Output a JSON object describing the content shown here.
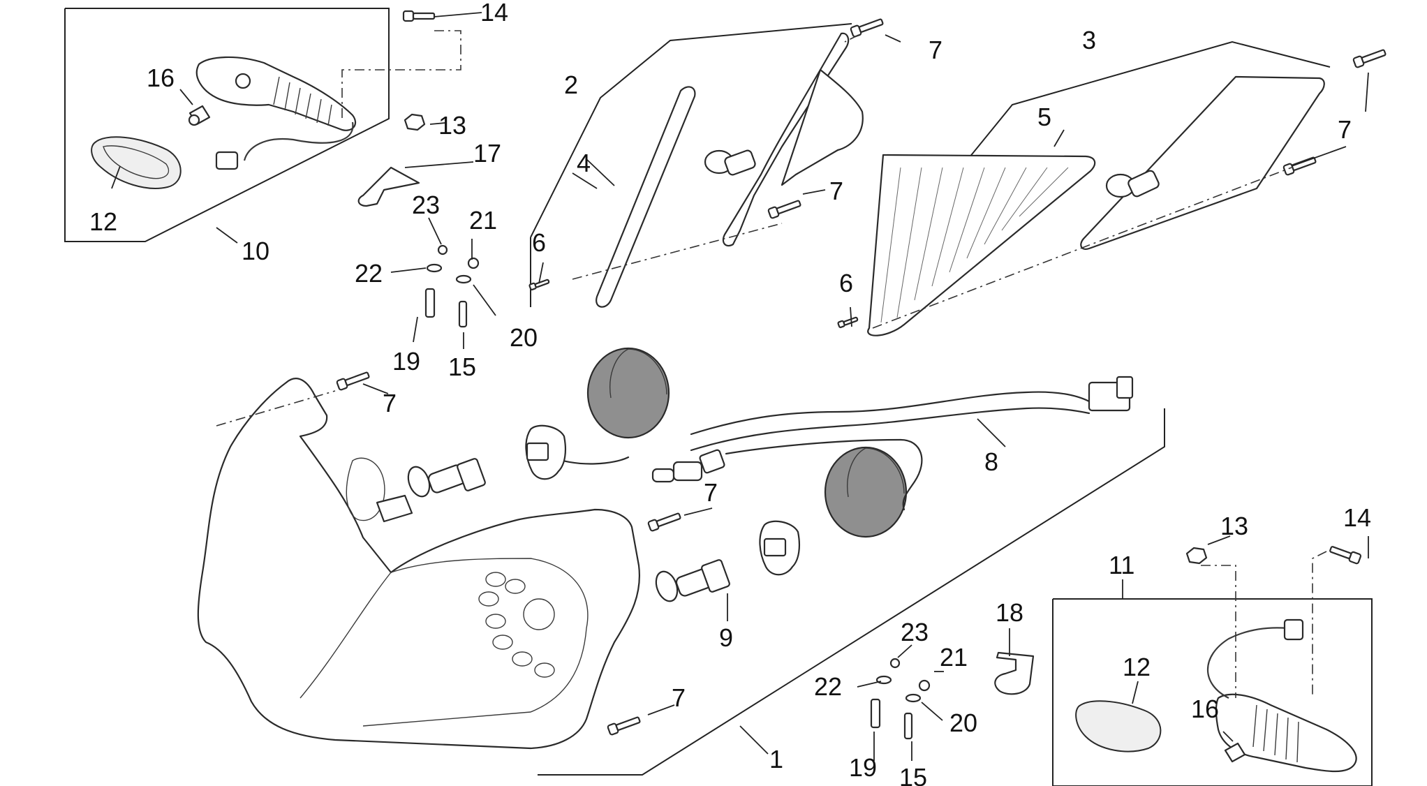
{
  "callouts": {
    "c14a": "14",
    "c16a": "16",
    "c13a": "13",
    "c17": "17",
    "c12a": "12",
    "c10": "10",
    "c23a": "23",
    "c21a": "21",
    "c22a": "22",
    "c20a": "20",
    "c19a": "19",
    "c15a": "15",
    "c2": "2",
    "c4": "4",
    "c6a": "6",
    "c7a": "7",
    "c7b": "7",
    "c3": "3",
    "c5": "5",
    "c7c": "7",
    "c6b": "6",
    "c7d": "7",
    "c8": "8",
    "c7e": "7",
    "c9": "9",
    "c7f": "7",
    "c1": "1",
    "c18": "18",
    "c23b": "23",
    "c21b": "21",
    "c22b": "22",
    "c20b": "20",
    "c19b": "19",
    "c15b": "15",
    "c11": "11",
    "c13b": "13",
    "c14b": "14",
    "c12b": "12",
    "c16b": "16"
  }
}
